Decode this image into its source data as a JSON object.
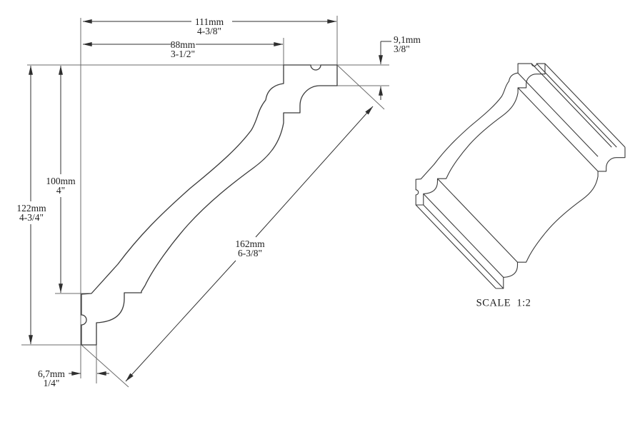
{
  "drawing": {
    "title": "crown molding profile technical drawing",
    "dimensions": {
      "projection_total": {
        "mm": "111mm",
        "inch": "4-3/8\""
      },
      "projection_inner": {
        "mm": "88mm",
        "inch": "3-1/2\""
      },
      "top_face": {
        "mm": "9,1mm",
        "inch": "3/8\""
      },
      "height_total": {
        "mm": "122mm",
        "inch": "4-3/4\""
      },
      "height_inner": {
        "mm": "100mm",
        "inch": "4\""
      },
      "face_diagonal": {
        "mm": "162mm",
        "inch": "6-3/8\""
      },
      "bottom_face": {
        "mm": "6,7mm",
        "inch": "1/4\""
      }
    },
    "scale_label": "SCALE  1:2",
    "line_color": "#333333"
  }
}
